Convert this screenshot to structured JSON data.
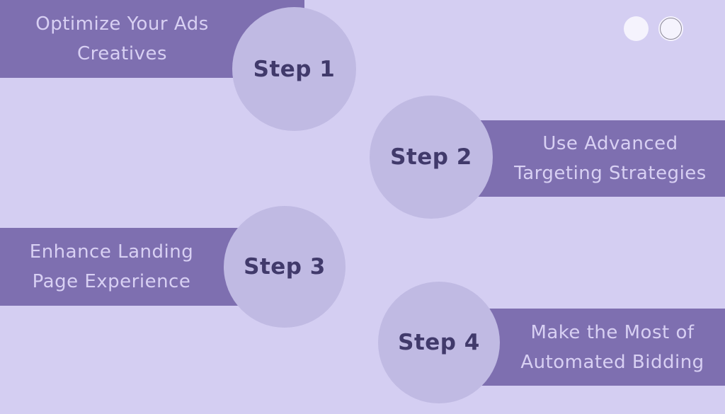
{
  "palette": {
    "background": "#d4cef2",
    "banner": "#7e6fb0",
    "circle": "#c0bae3",
    "step_label_text": "#413a6b",
    "banner_text": "#d8d0f3",
    "dot_fill": "#f5f3fd",
    "dot_ring": "#8b8797"
  },
  "carousel": {
    "dot_count": 2,
    "active_dot_index": 0
  },
  "steps": [
    {
      "label": "Step 1",
      "title": "Optimize Your Ads\nCreatives",
      "side": "left"
    },
    {
      "label": "Step 2",
      "title": "Use Advanced\nTargeting Strategies",
      "side": "right"
    },
    {
      "label": "Step 3",
      "title": "Enhance Landing\nPage Experience",
      "side": "left"
    },
    {
      "label": "Step 4",
      "title": "Make the Most of\nAutomated Bidding",
      "side": "right"
    }
  ]
}
